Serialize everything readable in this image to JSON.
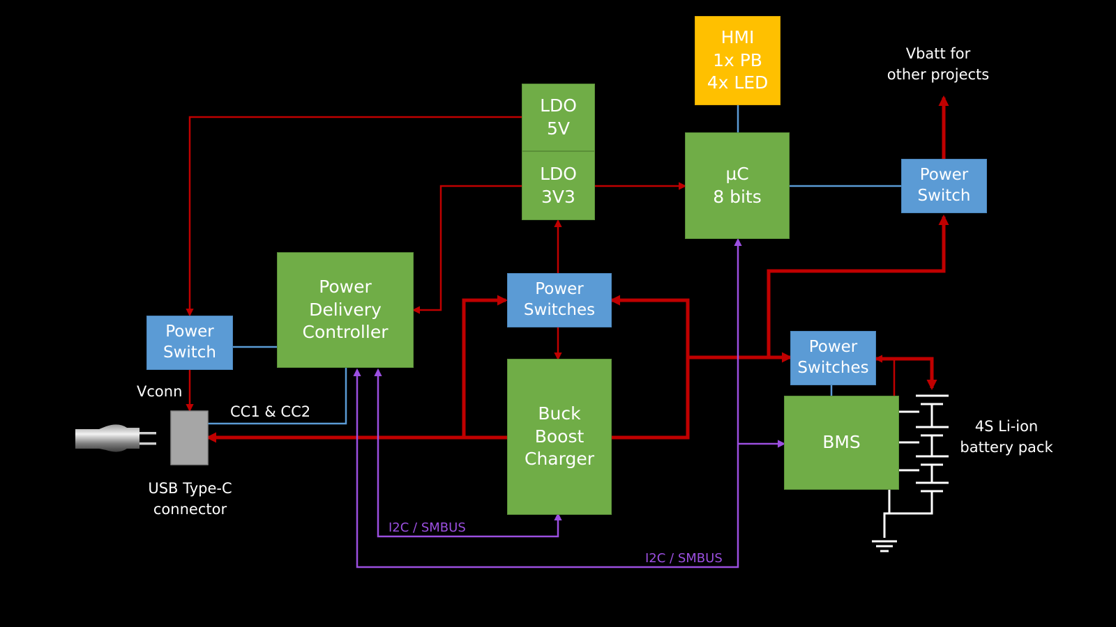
{
  "blocks": {
    "ldo5v": [
      "LDO",
      "5V"
    ],
    "ldo3v3": [
      "LDO",
      "3V3"
    ],
    "hmi": [
      "HMI",
      "1x PB",
      "4x LED"
    ],
    "uc": [
      "µC",
      "8 bits"
    ],
    "power_switch_out": [
      "Power",
      "Switch"
    ],
    "pd_controller": [
      "Power",
      "Delivery",
      "Controller"
    ],
    "power_switches_mid": [
      "Power",
      "Switches"
    ],
    "power_switch_vconn": [
      "Power",
      "Switch"
    ],
    "buck_boost": [
      "Buck",
      "Boost",
      "Charger"
    ],
    "power_switches_bms": [
      "Power",
      "Switches"
    ],
    "bms": [
      "BMS"
    ]
  },
  "labels": {
    "vbatt": [
      "Vbatt for",
      "other projects"
    ],
    "vconn": "Vconn",
    "cc": "CC1 & CC2",
    "usb": [
      "USB Type-C",
      "connector"
    ],
    "battery": [
      "4S Li-ion",
      "battery pack"
    ],
    "i2c_1": "I2C / SMBUS",
    "i2c_2": "I2C / SMBUS"
  },
  "colors": {
    "power_line": "#c00000",
    "signal_line": "#5b9bd5",
    "bus_line": "#9b4fe0",
    "block_green": "#70ad47",
    "block_blue": "#5b9bd5",
    "block_gold": "#ffc000"
  }
}
